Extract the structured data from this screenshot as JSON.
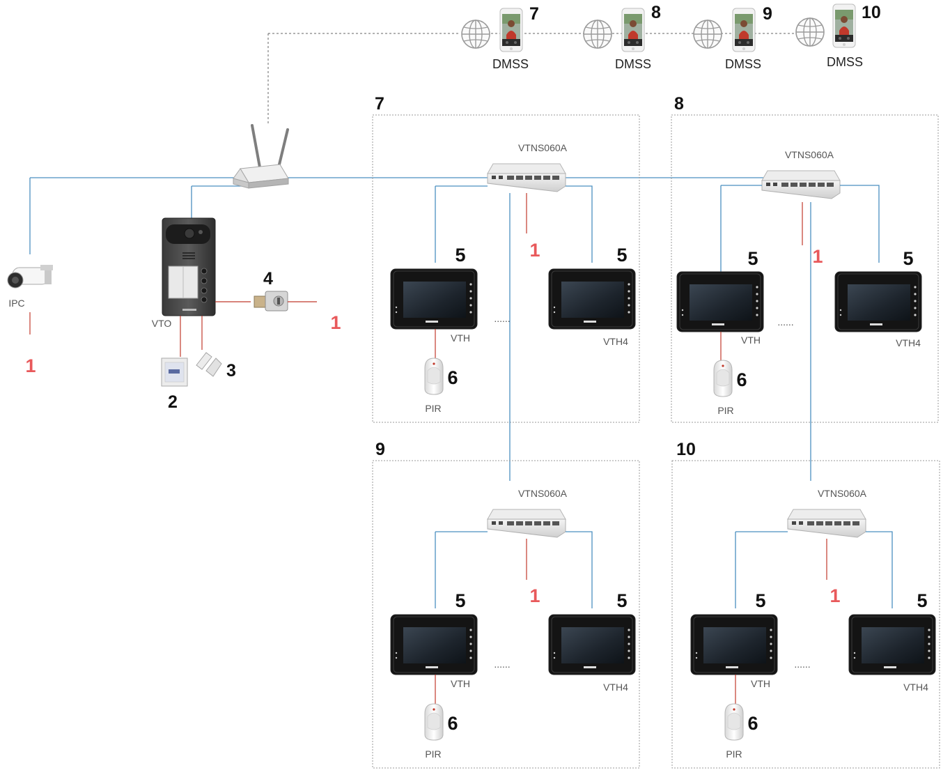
{
  "colors": {
    "network_line": "#4a8fc0",
    "power_line": "#c0392b",
    "power_label": "#e8595b",
    "device_dark": "#1a1a1a"
  },
  "cloud": {
    "apps": [
      {
        "number": "7",
        "label": "DMSS"
      },
      {
        "number": "8",
        "label": "DMSS"
      },
      {
        "number": "9",
        "label": "DMSS"
      },
      {
        "number": "10",
        "label": "DMSS"
      }
    ],
    "icons": {
      "internet": "globe-icon",
      "phone": "smartphone-icon"
    }
  },
  "outdoor": {
    "ipc_label": "IPC",
    "ipc_power": "1",
    "vto_label": "VTO",
    "card_number": "2",
    "door_sensor_number": "3",
    "lock_number": "4",
    "lock_power": "1"
  },
  "apartments": [
    {
      "number": "7",
      "switch": "VTNS060A",
      "power": "1",
      "vth_number": "5",
      "vth4_number": "5",
      "vth_label": "VTH",
      "vth4_label": "VTH4",
      "ellipsis": "......",
      "pir_number": "6",
      "pir_label": "PIR"
    },
    {
      "number": "8",
      "switch": "VTNS060A",
      "power": "1",
      "vth_number": "5",
      "vth4_number": "5",
      "vth_label": "VTH",
      "vth4_label": "VTH4",
      "ellipsis": "......",
      "pir_number": "6",
      "pir_label": "PIR"
    },
    {
      "number": "9",
      "switch": "VTNS060A",
      "power": "1",
      "vth_number": "5",
      "vth4_number": "5",
      "vth_label": "VTH",
      "vth4_label": "VTH4",
      "ellipsis": "......",
      "pir_number": "6",
      "pir_label": "PIR"
    },
    {
      "number": "10",
      "switch": "VTNS060A",
      "power": "1",
      "vth_number": "5",
      "vth4_number": "5",
      "vth_label": "VTH",
      "vth4_label": "VTH4",
      "ellipsis": "......",
      "pir_number": "6",
      "pir_label": "PIR"
    }
  ]
}
